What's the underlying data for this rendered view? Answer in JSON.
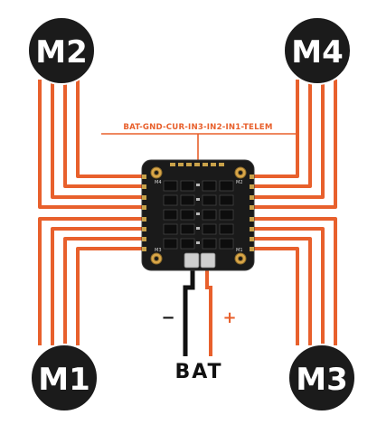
{
  "colors": {
    "wire": "#e8602c",
    "motor_fill": "#1b1b1b",
    "board": "#1a1a1a",
    "neg_wire": "#111111",
    "pos_wire": "#e8602c"
  },
  "pin_header": "BAT-GND-CUR-IN3-IN2-IN1-TELEM",
  "motors": {
    "m1": "M1",
    "m2": "M2",
    "m3": "M3",
    "m4": "M4"
  },
  "board_pads": {
    "top_left": "M4",
    "top_right": "M2",
    "bottom_left": "M3",
    "bottom_right": "M1"
  },
  "battery": {
    "label": "BAT",
    "negative": "−",
    "positive": "+"
  }
}
